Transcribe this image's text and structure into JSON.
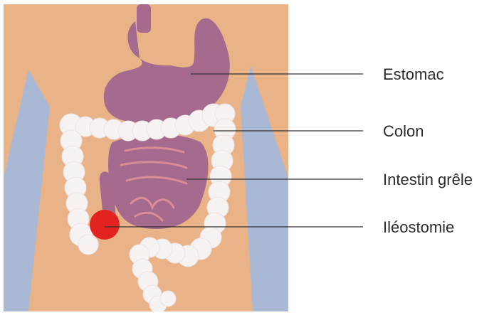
{
  "labels": {
    "stomach": "Estomac",
    "colon": "Colon",
    "small_intestine": "Intestin grêle",
    "ileostomy": "Iléostomie"
  },
  "colors": {
    "skin": "#e9b387",
    "hip": "#a9b9d5",
    "stomach": "#a66a8e",
    "small_intestine": "#a66a8e",
    "colon": "#f7f2f2",
    "stoma": "#e2231f",
    "leader_line": "#333333",
    "label_text": "#2b2b2b"
  }
}
